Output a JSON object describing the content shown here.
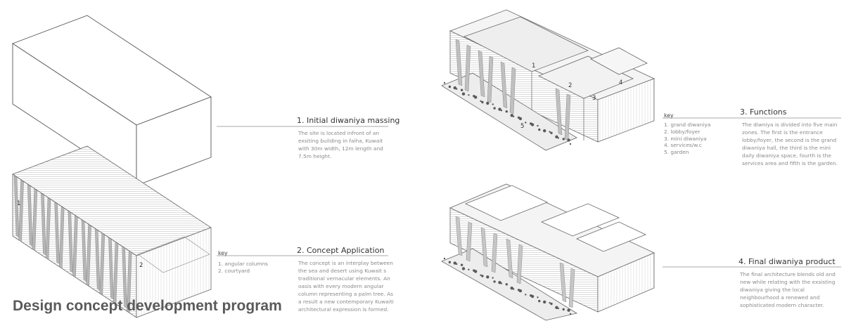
{
  "title": "Design concept development program",
  "steps": [
    {
      "heading": "1. Initial diwaniya massing",
      "text": "The site is located infront of an exsiting building in faiha, Kuwait with 30m width, 12m length and 7.5m height."
    },
    {
      "heading": "2. Concept Application",
      "text": "The concept is an interplay between the sea and desert using Kuwait s traditional vernacular elements. An oasis with every modern angular column representing a palm tree. As a result a new contemporary Kuwaiti architectural expression is formed.",
      "key_label": "key",
      "key": [
        "1. angular columns",
        "2. courtyard"
      ],
      "labels": [
        "1",
        "2"
      ]
    },
    {
      "heading": "3. Functions",
      "text": "The diwniya is divided into five main zones. The first is the entrance lobby/foyer, the second is the grand diwaniya hall, the third is the mini daily diwaniya space, fourth is the services area and fifth is the garden.",
      "key_label": "key",
      "key": [
        "1. grand diwaniya",
        "2. lobby/foyer",
        "3. mini diwaniya",
        "4. services/w.c",
        "5. garden"
      ],
      "labels": [
        "1",
        "2",
        "3",
        "4",
        "5"
      ]
    },
    {
      "heading": "4. Final diwaniya product",
      "text": "The final architecture blends old and new while relating with the exsisting diwaniya giving the local neighbourhood a renewed and sophisticated modern character."
    }
  ]
}
